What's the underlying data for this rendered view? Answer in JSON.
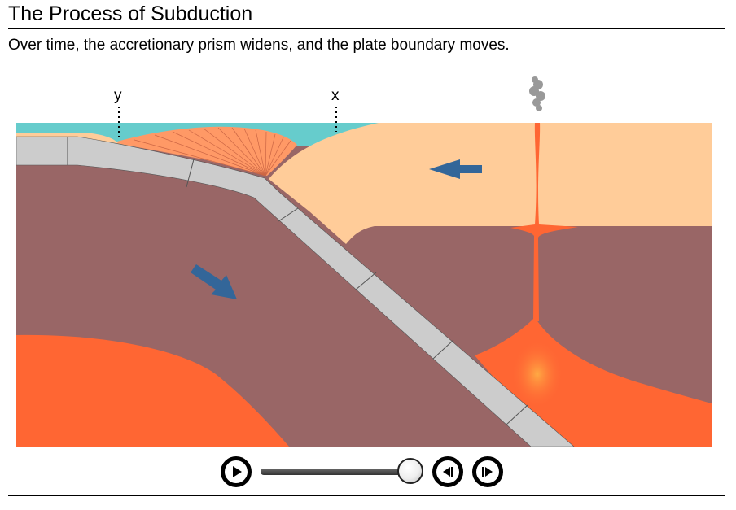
{
  "title": "The Process of Subduction",
  "caption": "Over time, the accretionary prism widens, and the plate boundary moves.",
  "markers": {
    "y": "y",
    "x": "x"
  },
  "colors": {
    "ocean": "#66CCCC",
    "continental_crust": "#FFCC99",
    "mantle": "#996666",
    "oceanic_plate": "#CCCCCC",
    "accretionary_prism": "#FF9966",
    "magma": "#FF6633",
    "motion_arrows": "#336699"
  },
  "controls": {
    "play_icon": "play-icon",
    "step_back_icon": "step-back-icon",
    "step_forward_icon": "step-forward-icon",
    "timeline_progress": 1.0
  }
}
